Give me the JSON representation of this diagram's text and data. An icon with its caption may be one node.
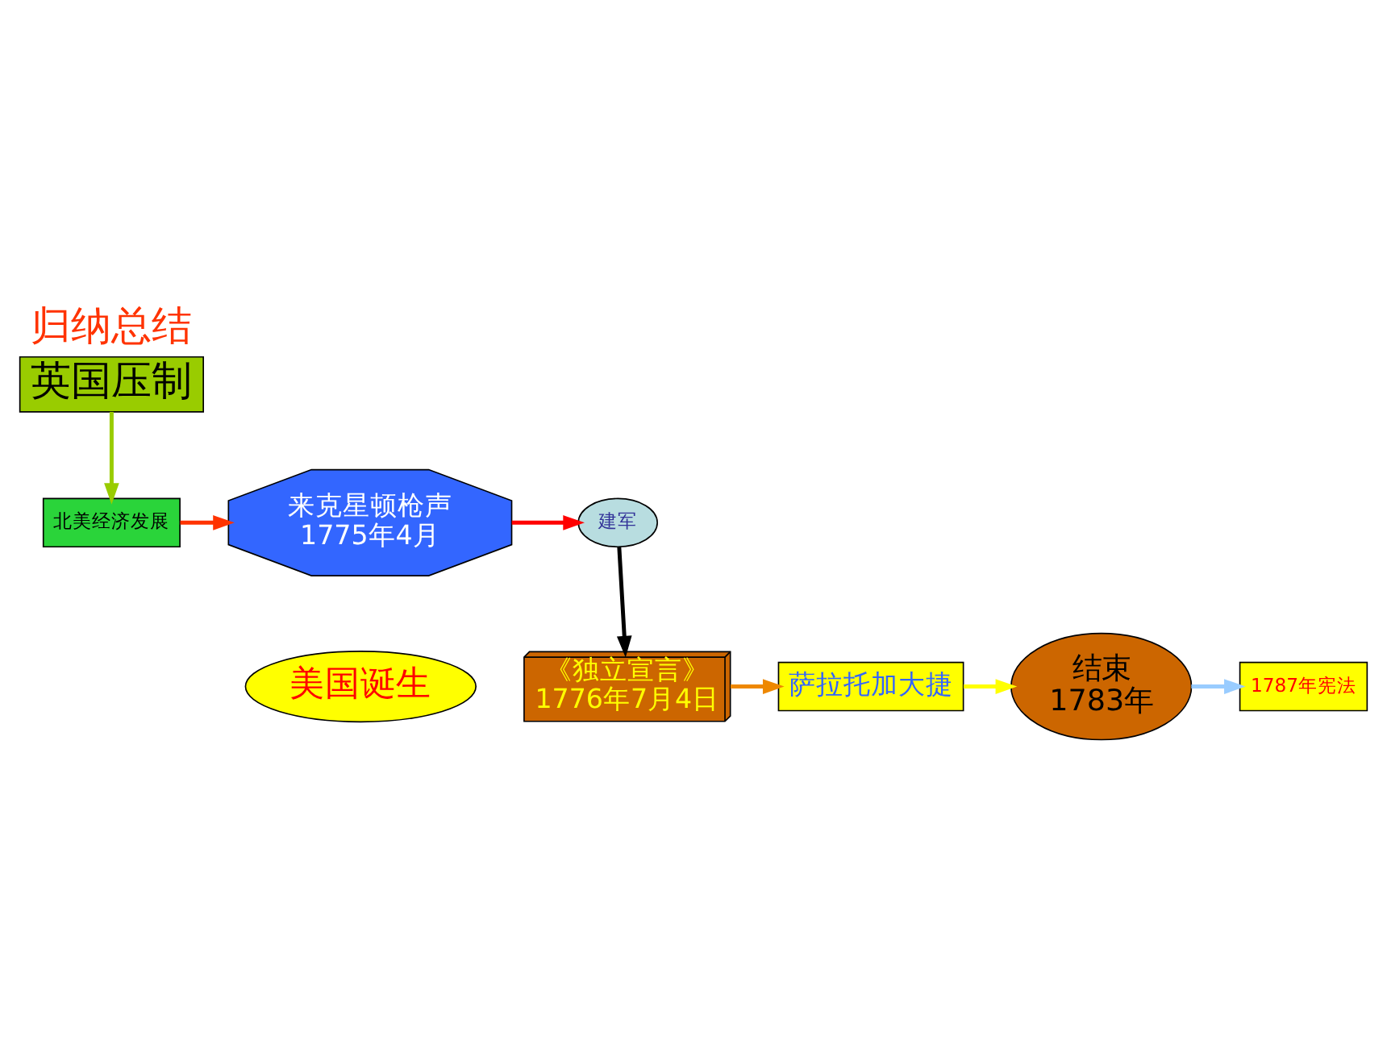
{
  "diagram": {
    "title": "归纳总结",
    "nodes": [
      {
        "text": [
          "英国压制"
        ]
      },
      {
        "text": [
          "北美经济发展"
        ]
      },
      {
        "text": [
          "来克星顿枪声",
          "1775年4月"
        ]
      },
      {
        "text": [
          "建军"
        ]
      },
      {
        "text": [
          "美国诞生"
        ]
      },
      {
        "text": [
          "《独立宣言》",
          "1776年7月4日"
        ]
      },
      {
        "text": [
          "萨拉托加大捷"
        ]
      },
      {
        "text": [
          "结束",
          "1783年"
        ]
      },
      {
        "text": [
          "1787年宪法"
        ]
      }
    ],
    "edges": [
      {
        "from": 0,
        "to": 1,
        "arrow": "to",
        "color": "#99cc00"
      },
      {
        "from": 1,
        "to": 2,
        "arrow": "to",
        "color": "#ff3300"
      },
      {
        "from": 2,
        "to": 3,
        "arrow": "to",
        "color": "#ff0000"
      },
      {
        "from": 3,
        "to": 5,
        "arrow": "to",
        "color": "#000000"
      },
      {
        "from": 5,
        "to": 6,
        "arrow": "to",
        "color": "#ee8800"
      },
      {
        "from": 6,
        "to": 7,
        "arrow": "to",
        "color": "#ffff00"
      },
      {
        "from": 7,
        "to": 8,
        "arrow": "to",
        "color": "#99ccff"
      }
    ]
  }
}
